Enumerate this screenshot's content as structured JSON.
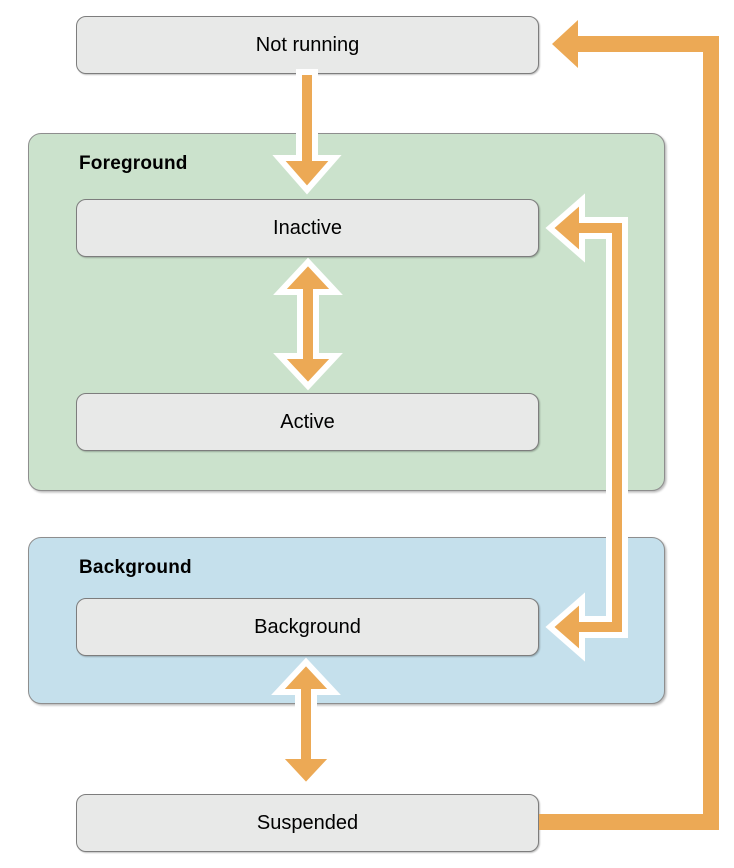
{
  "nodes": {
    "not_running": {
      "label": "Not running"
    },
    "inactive": {
      "label": "Inactive"
    },
    "active": {
      "label": "Active"
    },
    "background": {
      "label": "Background"
    },
    "suspended": {
      "label": "Suspended"
    }
  },
  "groups": {
    "foreground": {
      "label": "Foreground"
    },
    "background": {
      "label": "Background"
    }
  },
  "arrows": [
    {
      "id": "not-running-to-inactive",
      "from": "Not running",
      "to": "Inactive",
      "direction": "one-way",
      "style": "orange with white outline"
    },
    {
      "id": "inactive-active",
      "from": "Inactive",
      "to": "Active",
      "direction": "two-way",
      "style": "orange with white outline"
    },
    {
      "id": "inactive-background",
      "from": "Inactive",
      "to": "Background",
      "direction": "two-way",
      "style": "orange with white outline, routed right"
    },
    {
      "id": "background-suspended",
      "from": "Background",
      "to": "Suspended",
      "direction": "two-way",
      "style": "orange with white outline"
    },
    {
      "id": "suspended-to-not-running",
      "from": "Suspended",
      "to": "Not running",
      "direction": "one-way",
      "style": "plain orange, routed far right"
    }
  ],
  "colors": {
    "orange": "#ECA955",
    "green": "#CBE2CC",
    "blue": "#C5E0EC",
    "box-fill": "#E8E9E8",
    "box-border": "#7D7D7D",
    "group-border": "#8E8E8E",
    "text": "#000000"
  }
}
